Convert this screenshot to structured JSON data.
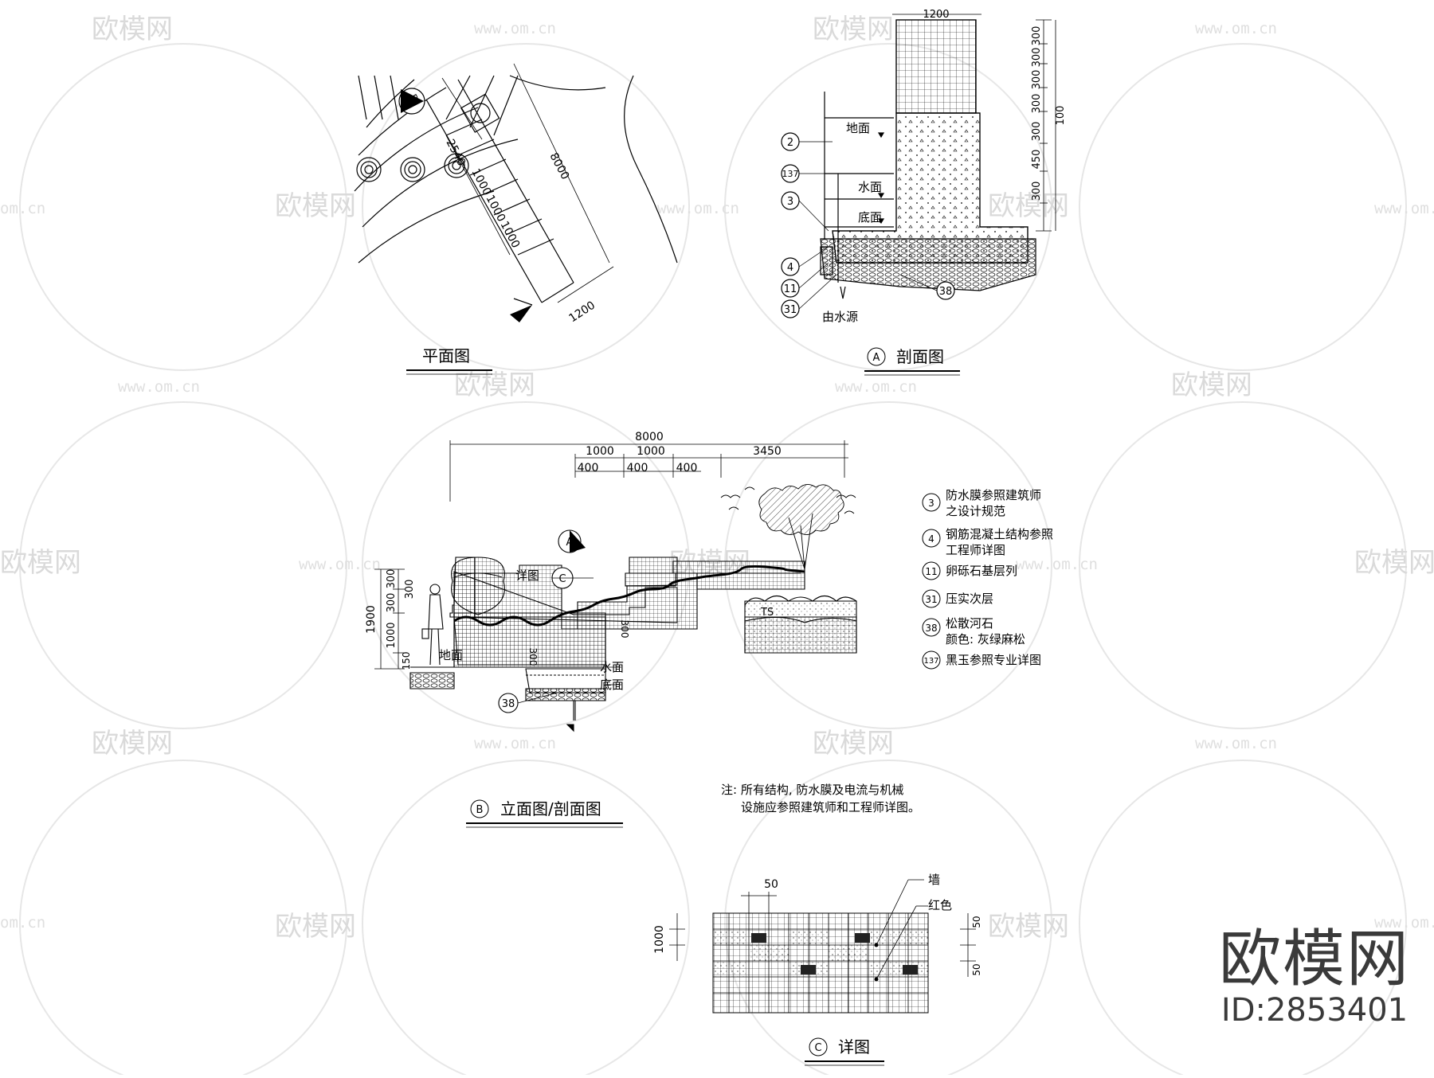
{
  "watermark": {
    "brand": "欧模网",
    "url": "www.om.cn",
    "url_short": "om.cn",
    "id_label": "ID:2853401"
  },
  "plan": {
    "title": "平面图",
    "dims": [
      "2540",
      "1000",
      "1000",
      "1000",
      "8000",
      "1200"
    ],
    "section_mark": "B"
  },
  "section_a": {
    "title": "剖面图",
    "circle": "A",
    "dim_top": "1200",
    "dims_right": [
      "300",
      "300",
      "300",
      "300",
      "300",
      "450",
      "300"
    ],
    "dim_total": "100",
    "labels": {
      "ground": "地面",
      "water": "水面",
      "bottom": "底面",
      "source": "由水源"
    },
    "callouts": [
      "2",
      "137",
      "3",
      "4",
      "11",
      "31",
      "38"
    ]
  },
  "section_b": {
    "title": "立面图/剖面图",
    "circle": "B",
    "dim_total": "8000",
    "dims_top": [
      "1000",
      "1000",
      "3450"
    ],
    "dims_sub": [
      "400",
      "400",
      "400"
    ],
    "dims_left": [
      "300",
      "300",
      "300",
      "1000",
      "150"
    ],
    "dim_height": "1900",
    "dim_inner": [
      "300",
      "300"
    ],
    "labels": {
      "detail": "详图",
      "ground": "地面",
      "water": "水面",
      "bottom": "底面",
      "ts": "TS"
    },
    "callout": "38",
    "marker_a": "A",
    "marker_c": "C"
  },
  "legend": [
    {
      "num": "3",
      "text": "防水膜参照建筑师",
      "text2": "之设计规范"
    },
    {
      "num": "4",
      "text": "钢筋混凝土结构参照",
      "text2": "工程师详图"
    },
    {
      "num": "11",
      "text": "卵砾石基层列",
      "text2": ""
    },
    {
      "num": "31",
      "text": "压实次层",
      "text2": ""
    },
    {
      "num": "38",
      "text": "松散河石",
      "text2": "颜色: 灰绿麻松"
    },
    {
      "num": "137",
      "text": "黑玉参照专业详图",
      "text2": ""
    }
  ],
  "note": {
    "line1": "注: 所有结构, 防水膜及电流与机械",
    "line2": "设施应参照建筑师和工程师详图。"
  },
  "detail_c": {
    "title": "详图",
    "circle": "C",
    "dim_top": "50",
    "dim_left": "1000",
    "dims_right": [
      "50",
      "50"
    ],
    "labels": {
      "wall": "墙",
      "red": "红色"
    }
  }
}
